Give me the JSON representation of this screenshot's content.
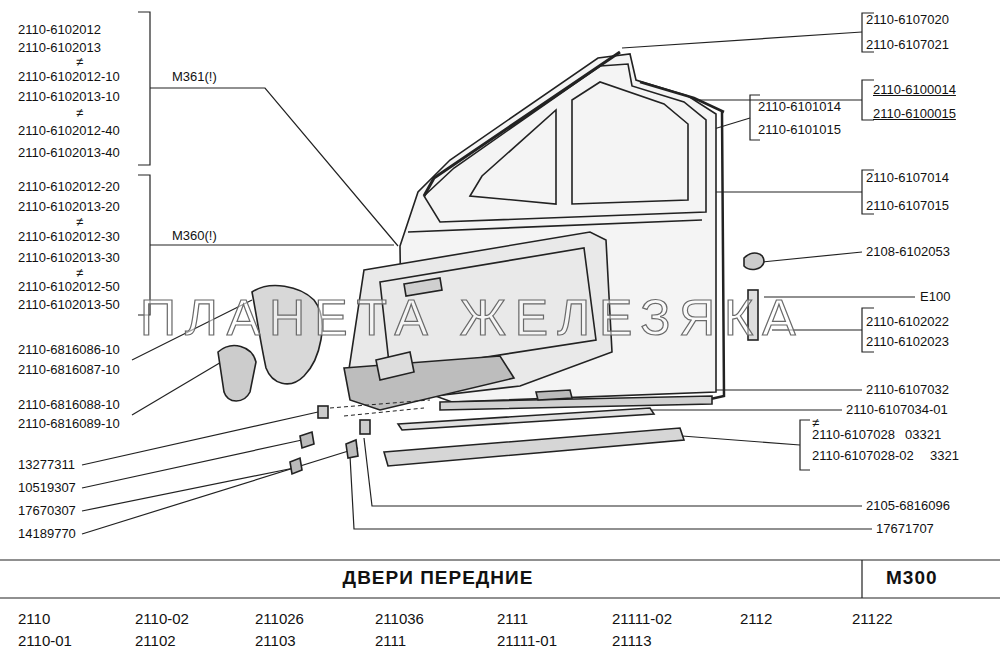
{
  "diagram": {
    "title": "ДВЕРИ ПЕРЕДНИЕ",
    "labels": [
      "2110-6102012",
      "2110-6102013",
      "≠",
      "2110-6102012-10",
      "2110-6102013-10",
      "≠",
      "2110-6102012-40",
      "2110-6102013-40",
      "2110-6102012-20",
      "2110-6102013-20",
      "≠",
      "2110-6102012-30",
      "2110-6102013-30",
      "≠",
      "2110-6102012-50",
      "2110-6102013-50",
      "2110-6816086-10",
      "2110-6816087-10",
      "2110-6816088-10",
      "2110-6816089-10",
      "13277311",
      "10519307",
      "17670307",
      "14189770",
      "M361(!)",
      "M360(!)",
      "2110-6107020",
      "2110-6107021",
      "2110-6100014",
      "2110-6100015",
      "2110-6101014",
      "2110-6101015",
      "2110-6107014",
      "2110-6107015",
      "2108-6102053",
      "E100",
      "2110-6102022",
      "2110-6102023",
      "2110-6107032",
      "2110-6107034-01",
      "≠",
      "2110-6107028",
      "03321",
      "2110-6107028-02",
      "3321",
      "2105-6816096",
      "17671707",
      "M300",
      "ПЛАНЕТА ЖЕЛЕЗЯКА",
      "2110",
      "2110-02",
      "211026",
      "211036",
      "2111",
      "21111-02",
      "2112",
      "21122",
      "2110-01",
      "21102",
      "21103",
      "2111",
      "21111-01",
      "21113"
    ]
  }
}
